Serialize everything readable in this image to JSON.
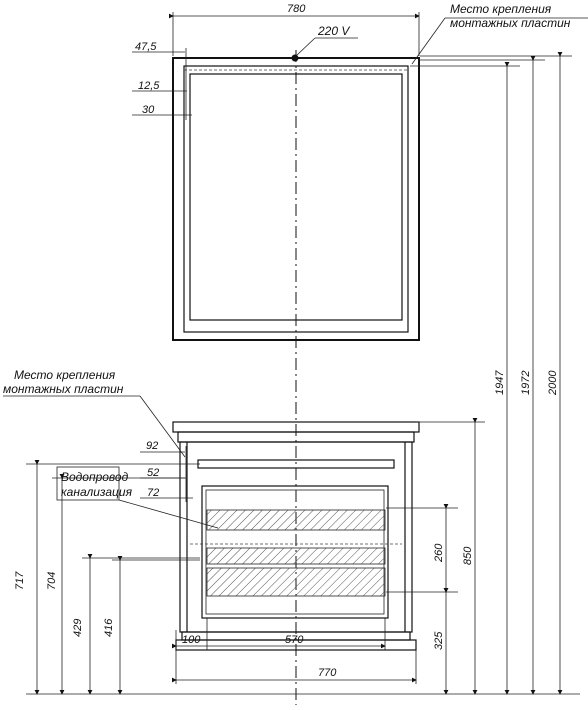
{
  "dims": {
    "mirror_width": "780",
    "power": "220 V",
    "d47_5": "47,5",
    "d12_5": "12,5",
    "d30": "30",
    "h1947": "1947",
    "h1972": "1972",
    "h2000": "2000",
    "d92": "92",
    "d52": "52",
    "d72": "72",
    "h717": "717",
    "h704": "704",
    "h429": "429",
    "h416": "416",
    "h260": "260",
    "h850": "850",
    "h325": "325",
    "w100": "100",
    "w570": "570",
    "w770": "770"
  },
  "labels": {
    "mount_top_1": "Место крепления",
    "mount_top_2": "монтажных пластин",
    "mount_mid_1": "Место крепления",
    "mount_mid_2": "монтажных пластин",
    "water_1": "Водопровод",
    "water_2": "канализация"
  }
}
